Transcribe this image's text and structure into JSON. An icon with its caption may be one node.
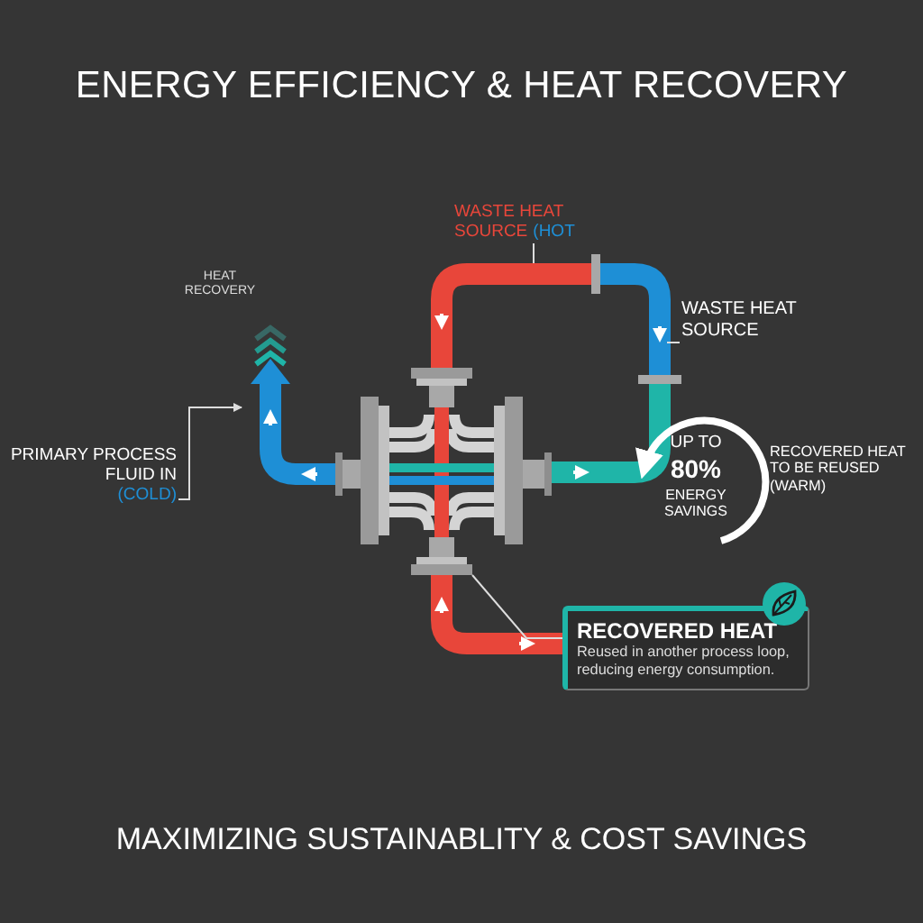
{
  "diagram": {
    "title": "ENERGY EFFICIENCY & HEAT RECOVERY",
    "caption": "MAXIMIZING SUSTAINABLITY & COST SAVINGS",
    "nodes": [
      {
        "text": [],
        "shape": "picture"
      },
      {
        "text": [
          "PRIMARY PROCESS FLUID IN",
          "(COLD)"
        ]
      },
      {
        "text": [
          "WASTE HEAT SOURCE",
          "(HOT"
        ]
      },
      {
        "text": [
          "WASTE HEAT SOURCE"
        ]
      },
      {
        "text": [
          "RECOVERED HEAT",
          "Reused in another process loop, reducing energy consumption."
        ]
      }
    ],
    "edges": [
      {
        "from": 1,
        "to": null,
        "arrow": "to"
      },
      {
        "from": 2,
        "to": null,
        "arrow": "none"
      },
      {
        "from": 3,
        "to": null,
        "arrow": "none"
      },
      {
        "from": 4,
        "to": 0,
        "arrow": "none"
      }
    ],
    "labels": [
      "HEAT RECOVERY",
      "UP TO",
      "80%",
      "ENERGY SAVINGS",
      "RECOVERED HEAT TO BE REUSED (WARM)"
    ]
  }
}
